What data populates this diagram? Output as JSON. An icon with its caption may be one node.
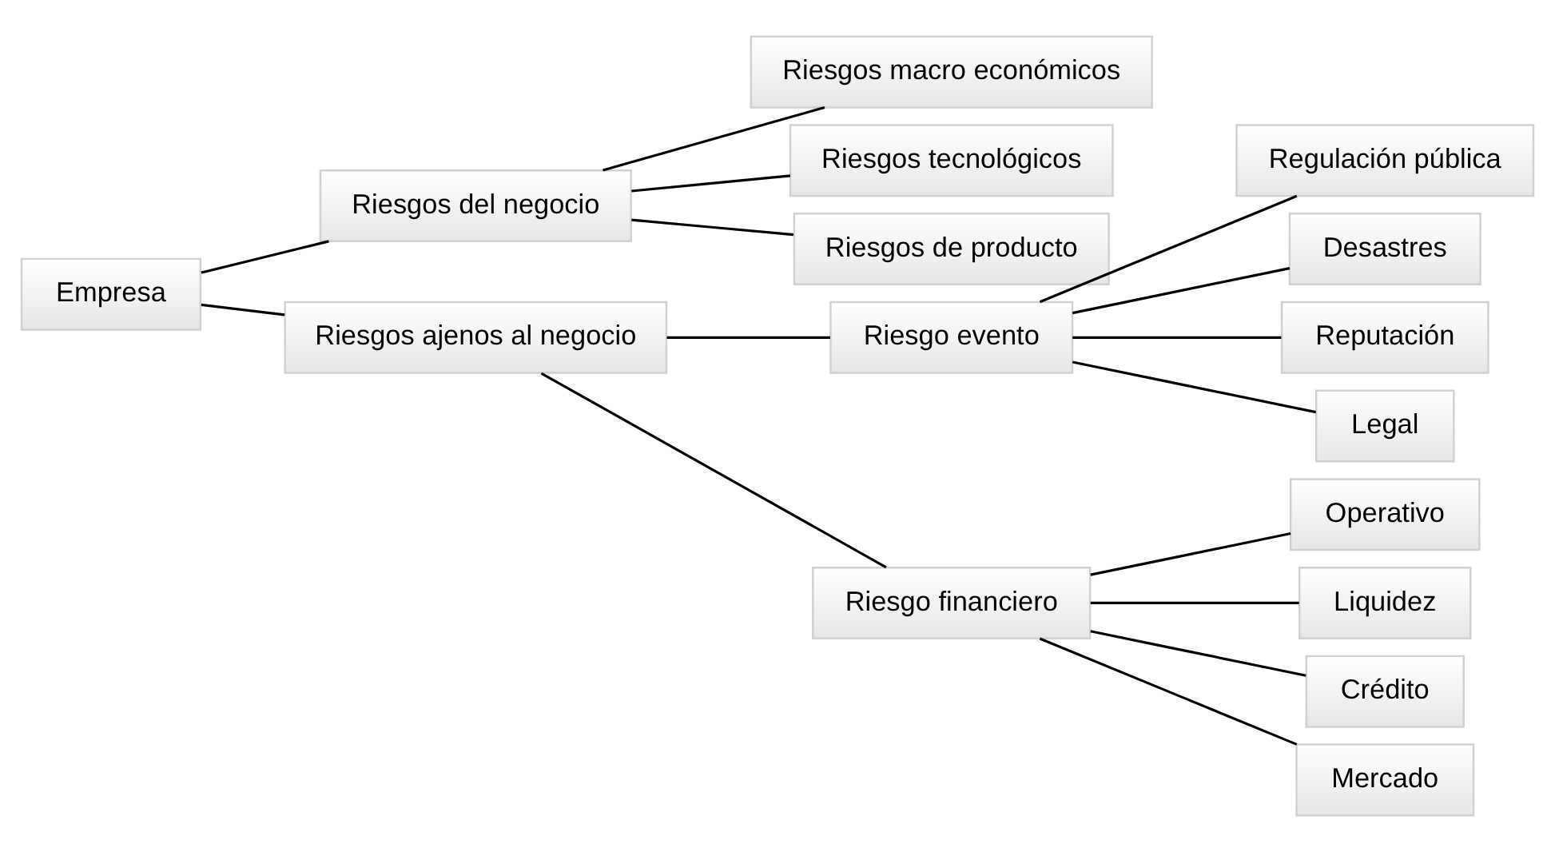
{
  "diagram": {
    "nodes": [
      {
        "text": [
          "Empresa"
        ]
      },
      {
        "text": [
          "Riesgos del negocio"
        ]
      },
      {
        "text": [
          "Riesgos macro económicos"
        ]
      },
      {
        "text": [
          "Riesgos tecnológicos"
        ]
      },
      {
        "text": [
          "Riesgos de producto"
        ]
      },
      {
        "text": [
          "Riesgos ajenos al negocio"
        ]
      },
      {
        "text": [
          "Riesgo evento"
        ]
      },
      {
        "text": [
          "Regulación pública"
        ]
      },
      {
        "text": [
          "Desastres"
        ]
      },
      {
        "text": [
          "Reputación"
        ]
      },
      {
        "text": [
          "Legal"
        ]
      },
      {
        "text": [
          "Riesgo financiero"
        ]
      },
      {
        "text": [
          "Operativo"
        ]
      },
      {
        "text": [
          "Liquidez"
        ]
      },
      {
        "text": [
          "Crédito"
        ]
      },
      {
        "text": [
          "Mercado"
        ]
      }
    ],
    "edges": [
      {
        "from": 0,
        "to": 1,
        "arrow": "none"
      },
      {
        "from": 0,
        "to": 5,
        "arrow": "none"
      },
      {
        "from": 1,
        "to": 2,
        "arrow": "none"
      },
      {
        "from": 1,
        "to": 3,
        "arrow": "none"
      },
      {
        "from": 1,
        "to": 4,
        "arrow": "none"
      },
      {
        "from": 5,
        "to": 6,
        "arrow": "none"
      },
      {
        "from": 5,
        "to": 11,
        "arrow": "none"
      },
      {
        "from": 6,
        "to": 7,
        "arrow": "none"
      },
      {
        "from": 6,
        "to": 8,
        "arrow": "none"
      },
      {
        "from": 6,
        "to": 9,
        "arrow": "none"
      },
      {
        "from": 6,
        "to": 10,
        "arrow": "none"
      },
      {
        "from": 11,
        "to": 12,
        "arrow": "none"
      },
      {
        "from": 11,
        "to": 13,
        "arrow": "none"
      },
      {
        "from": 11,
        "to": 14,
        "arrow": "none"
      },
      {
        "from": 11,
        "to": 15,
        "arrow": "none"
      }
    ]
  }
}
